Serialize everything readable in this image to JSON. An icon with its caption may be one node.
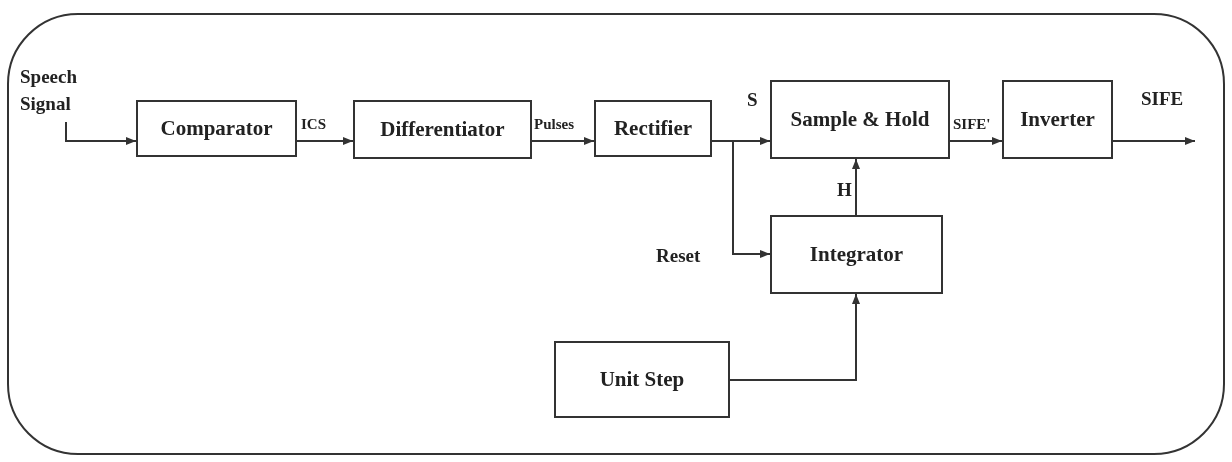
{
  "diagram": {
    "nodes": [
      {
        "text": [
          "Speech Signal"
        ]
      },
      {
        "text": [
          "Comparator"
        ]
      },
      {
        "text": [
          "Differentiator"
        ]
      },
      {
        "text": [
          "Rectifier"
        ]
      },
      {
        "text": [
          "Sample & Hold"
        ]
      },
      {
        "text": [
          "Inverter"
        ]
      },
      {
        "text": [
          "Integrator"
        ]
      },
      {
        "text": [
          "Unit Step"
        ]
      }
    ],
    "edges": [
      {
        "from": 0,
        "to": 1,
        "arrow": "to"
      },
      {
        "from": 1,
        "to": 2,
        "arrow": "to",
        "label": "ICS"
      },
      {
        "from": 2,
        "to": 3,
        "arrow": "to",
        "label": "Pulses"
      },
      {
        "from": 3,
        "to": 4,
        "arrow": "to",
        "label": "S"
      },
      {
        "from": 3,
        "to": 6,
        "arrow": "to",
        "label": "Reset"
      },
      {
        "from": 6,
        "to": 4,
        "arrow": "to",
        "label": "H"
      },
      {
        "from": 4,
        "to": 5,
        "arrow": "to",
        "label": "SIFE'"
      },
      {
        "from": 5,
        "to": null,
        "arrow": "to",
        "label": "SIFE"
      },
      {
        "from": 7,
        "to": 6,
        "arrow": "to"
      }
    ]
  }
}
